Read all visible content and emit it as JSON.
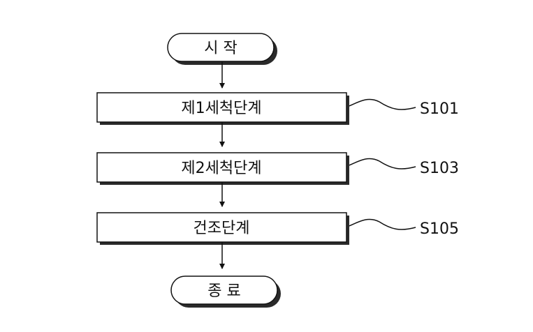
{
  "flowchart": {
    "start_label": "시 작",
    "end_label": "종 료",
    "steps": [
      {
        "label": "제1세척단계",
        "ref": "S101"
      },
      {
        "label": "제2세척단계",
        "ref": "S103"
      },
      {
        "label": "건조단계",
        "ref": "S105"
      }
    ]
  }
}
